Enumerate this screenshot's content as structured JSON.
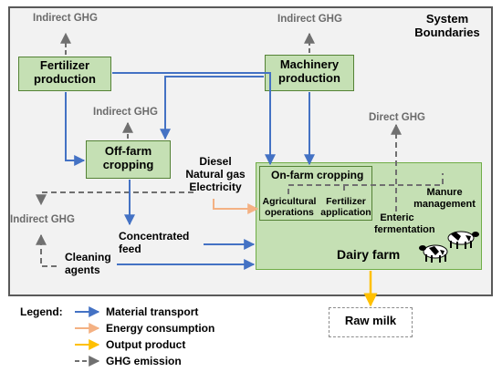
{
  "system": {
    "title_line1": "System",
    "title_line2": "Boundaries"
  },
  "emissions": {
    "indirect_fertilizer": "Indirect GHG",
    "indirect_machinery": "Indirect GHG",
    "indirect_offfarm": "Indirect GHG",
    "indirect_cleaning": "Indirect GHG",
    "direct": "Direct GHG"
  },
  "boxes": {
    "fertilizer_line1": "Fertilizer",
    "fertilizer_line2": "production",
    "machinery_line1": "Machinery",
    "machinery_line2": "production",
    "offfarm_line1": "Off-farm",
    "offfarm_line2": "cropping",
    "onfarm_title": "On-farm cropping",
    "agri_line1": "Agricultural",
    "agri_line2": "operations",
    "fert_app_line1": "Fertilizer",
    "fert_app_line2": "application",
    "dairy_farm": "Dairy farm",
    "raw_milk": "Raw milk"
  },
  "inputs": {
    "energy_line1": "Diesel",
    "energy_line2": "Natural gas",
    "energy_line3": "Electricity",
    "feed_line1": "Concentrated",
    "feed_line2": "feed",
    "cleaning_line1": "Cleaning",
    "cleaning_line2": "agents"
  },
  "processes": {
    "enteric_line1": "Enteric",
    "enteric_line2": "fermentation",
    "manure_line1": "Manure",
    "manure_line2": "management"
  },
  "legend": {
    "title": "Legend:",
    "items": [
      {
        "label": "Material transport",
        "color": "#4472c4",
        "style": "solid"
      },
      {
        "label": "Energy consumption",
        "color": "#f4b183",
        "style": "solid"
      },
      {
        "label": "Output product",
        "color": "#ffc000",
        "style": "solid"
      },
      {
        "label": "GHG emission",
        "color": "#707070",
        "style": "dashed"
      }
    ]
  },
  "colors": {
    "box_fill": "#c5e0b4",
    "box_border": "#70ad47",
    "frame_fill": "#f2f2f2",
    "frame_border": "#595959",
    "material": "#4472c4",
    "energy": "#f4b183",
    "output": "#ffc000",
    "ghg": "#707070"
  }
}
